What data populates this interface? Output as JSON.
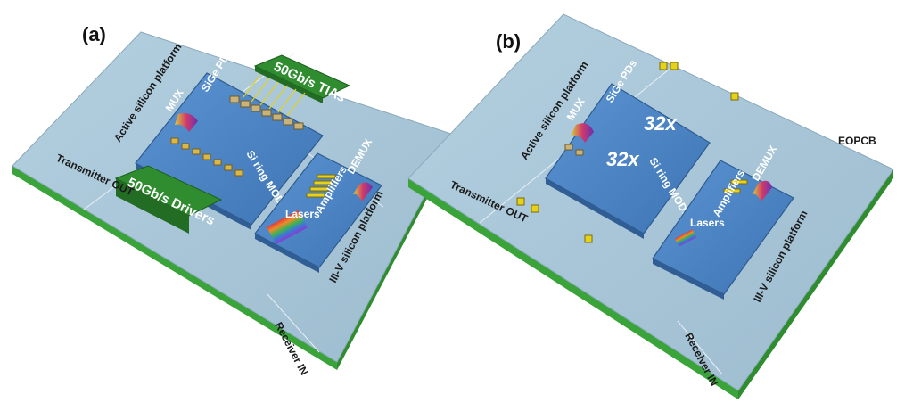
{
  "panel_a": {
    "label": "(a)",
    "tias": "50Gb/s TIAs",
    "drivers": "50Gb/s Drivers",
    "active_platform": "Active silicon platform",
    "sige_pds": "SiGe PDs",
    "mux": "MUX",
    "si_ring_mods": "Si ring MODs",
    "transmitter_out": "Transmitter OUT",
    "demux": "DEMUX",
    "amplifiers": "Amplifiers",
    "lasers": "Lasers",
    "iiiv_platform": "III-V silicon platform",
    "receiver_in": "Receiver IN"
  },
  "panel_b": {
    "label": "(b)",
    "active_platform": "Active silicon platform",
    "sige_pds": "SiGe PDs",
    "mux": "MUX",
    "x32_top": "32x",
    "x32_mid": "32x",
    "si_ring_mods": "Si ring MODs",
    "transmitter_out": "Transmitter OUT",
    "eopcb": "EOPCB",
    "demux": "DEMUX",
    "amplifiers": "Amplifiers",
    "lasers": "Lasers",
    "iiiv_platform": "III-V silicon platform",
    "receiver_in": "Receiver IN"
  },
  "colors": {
    "board": "#a3c2d4",
    "board_edge": "#7f9fb2",
    "pcb_green": "#3aa33a",
    "chip_blue": "#4e87c7",
    "chip_blue_dark": "#3a6aa3",
    "driver_green": "#2f8c2f",
    "pad_yellow": "#e6d21a"
  }
}
